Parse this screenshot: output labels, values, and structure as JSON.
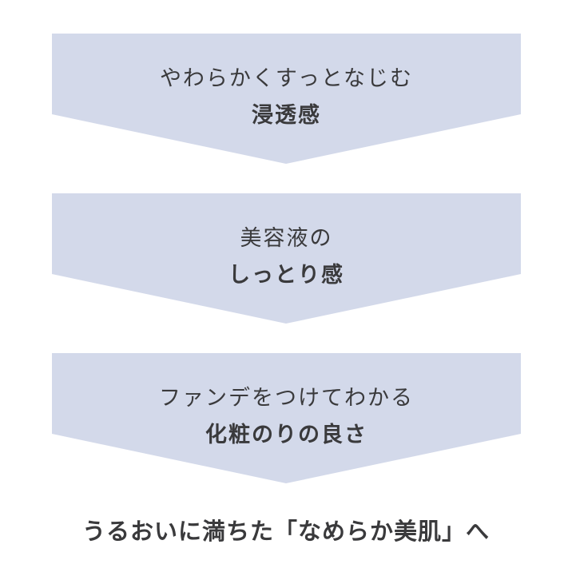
{
  "colors": {
    "arrow_fill": "#d3d9ea",
    "text": "#3a3a3c"
  },
  "steps": [
    {
      "line1": "やわらかくすっとなじむ",
      "line2": "浸透感"
    },
    {
      "line1": "美容液の",
      "line2": "しっとり感"
    },
    {
      "line1": "ファンデをつけてわかる",
      "line2": "化粧のりの良さ"
    }
  ],
  "conclusion": "うるおいに満ちた「なめらか美肌」へ"
}
